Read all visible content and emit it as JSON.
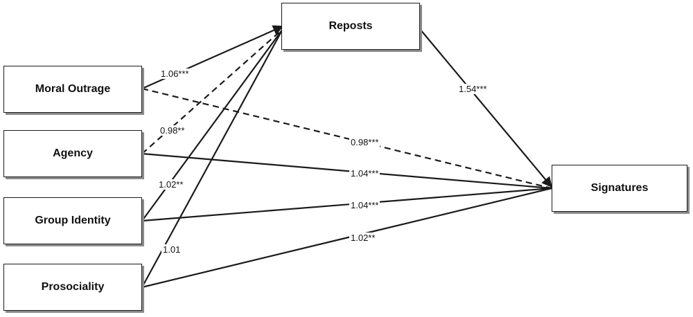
{
  "nodes": {
    "reposts": "Reposts",
    "moral_outrage": "Moral Outrage",
    "agency": "Agency",
    "group_identity": "Group Identity",
    "prosociality": "Prosociality",
    "signatures": "Signatures"
  },
  "paths": {
    "moral_outrage_to_reposts": {
      "coef": "1.06***",
      "style": "solid"
    },
    "agency_to_reposts": {
      "coef": "0.98**",
      "style": "dashed"
    },
    "group_identity_to_reposts": {
      "coef": "1.02**",
      "style": "solid"
    },
    "prosociality_to_reposts": {
      "coef": "1.01",
      "style": "solid"
    },
    "reposts_to_signatures": {
      "coef": "1.54***",
      "style": "solid"
    },
    "moral_outrage_to_signatures": {
      "coef": "0.98***",
      "style": "dashed"
    },
    "agency_to_signatures": {
      "coef": "1.04***",
      "style": "solid"
    },
    "group_identity_to_signatures": {
      "coef": "1.04***",
      "style": "solid"
    },
    "prosociality_to_signatures": {
      "coef": "1.02**",
      "style": "solid"
    }
  },
  "colors": {
    "line": "#1a1a1a",
    "shadow": "#8c8c8c",
    "background": "#ffffff"
  }
}
